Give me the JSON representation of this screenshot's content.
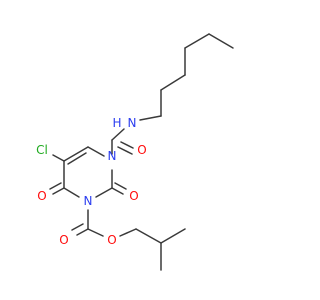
{
  "molecule": {
    "atom_labels": {
      "cl": "Cl",
      "n_ring_top": "N",
      "n_ring_bottom": "N",
      "o_ring_left": "O",
      "o_ring_right": "O",
      "o_amide": "O",
      "n_amide": "N",
      "h_amide": "H",
      "o_carbonyl": "O",
      "o_ester": "O"
    },
    "colors": {
      "bond": "#3a3a3a",
      "nitrogen": "#2b3df0",
      "oxygen": "#ff0d0d",
      "chlorine": "#1faa1f",
      "hydrogen": "#2b3df0"
    }
  }
}
